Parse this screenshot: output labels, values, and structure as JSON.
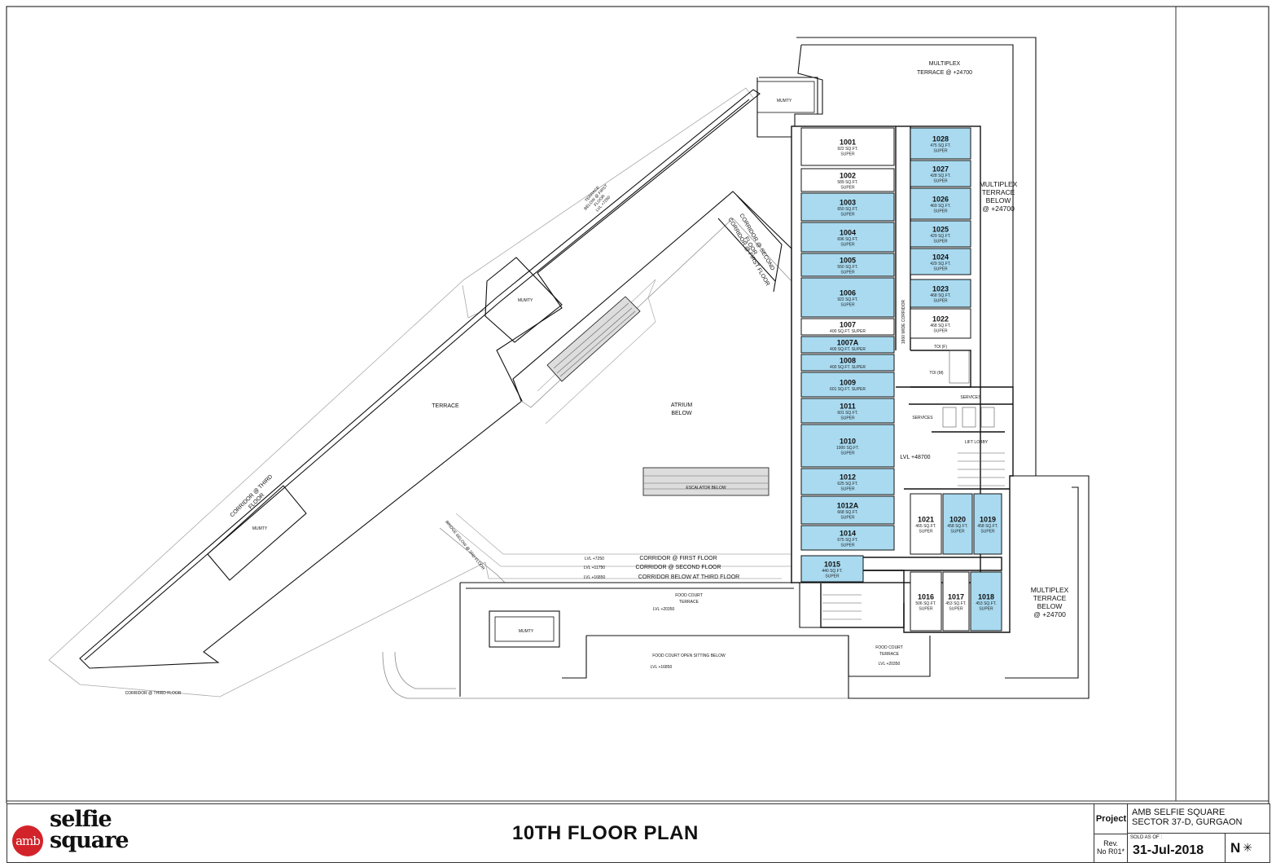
{
  "units": [
    {
      "id": "1001",
      "area": "922 SQ.FT.",
      "type": "SUPER",
      "highlighted": false
    },
    {
      "id": "1002",
      "area": "589 SQ.FT.",
      "type": "SUPER",
      "highlighted": false
    },
    {
      "id": "1003",
      "area": "650 SQ.FT.",
      "type": "SUPER",
      "highlighted": true
    },
    {
      "id": "1004",
      "area": "696 SQ.FT.",
      "type": "SUPER",
      "highlighted": true
    },
    {
      "id": "1005",
      "area": "550 SQ.FT.",
      "type": "SUPER",
      "highlighted": true
    },
    {
      "id": "1006",
      "area": "922 SQ.FT.",
      "type": "SUPER",
      "highlighted": true
    },
    {
      "id": "1007",
      "area": "400 SQ.FT. SUPER",
      "type": "",
      "highlighted": false
    },
    {
      "id": "1007A",
      "area": "400 SQ.FT. SUPER",
      "type": "",
      "highlighted": true
    },
    {
      "id": "1008",
      "area": "400 SQ.FT. SUPER",
      "type": "",
      "highlighted": true
    },
    {
      "id": "1009",
      "area": "601 SQ.FT. SUPER",
      "type": "",
      "highlighted": true
    },
    {
      "id": "1011",
      "area": "601 SQ.FT.",
      "type": "SUPER",
      "highlighted": true
    },
    {
      "id": "1010",
      "area": "1000 SQ.FT.",
      "type": "SUPER",
      "highlighted": true
    },
    {
      "id": "1012",
      "area": "625 SQ.FT.",
      "type": "SUPER",
      "highlighted": true
    },
    {
      "id": "1012A",
      "area": "668 SQ.FT.",
      "type": "SUPER",
      "highlighted": true
    },
    {
      "id": "1014",
      "area": "675 SQ.FT.",
      "type": "SUPER",
      "highlighted": true
    },
    {
      "id": "1015",
      "area": "440 SQ.FT.",
      "type": "SUPER",
      "highlighted": true
    },
    {
      "id": "1028",
      "area": "475 SQ.FT.",
      "type": "SUPER",
      "highlighted": true
    },
    {
      "id": "1027",
      "area": "428 SQ.FT.",
      "type": "SUPER",
      "highlighted": true
    },
    {
      "id": "1026",
      "area": "469 SQ.FT.",
      "type": "SUPER",
      "highlighted": true
    },
    {
      "id": "1025",
      "area": "429 SQ.FT.",
      "type": "SUPER",
      "highlighted": true
    },
    {
      "id": "1024",
      "area": "429 SQ.FT.",
      "type": "SUPER",
      "highlighted": true
    },
    {
      "id": "1023",
      "area": "468 SQ.FT.",
      "type": "SUPER",
      "highlighted": true
    },
    {
      "id": "1022",
      "area": "468 SQ.FT.",
      "type": "SUPER",
      "highlighted": false
    },
    {
      "id": "1021",
      "area": "465 SQ.FT.",
      "type": "SUPER",
      "highlighted": false
    },
    {
      "id": "1020",
      "area": "458 SQ.FT.",
      "type": "SUPER",
      "highlighted": true
    },
    {
      "id": "1019",
      "area": "458 SQ.FT.",
      "type": "SUPER",
      "highlighted": true
    },
    {
      "id": "1016",
      "area": "506 SQ.FT.",
      "type": "SUPER",
      "highlighted": false
    },
    {
      "id": "1017",
      "area": "453 SQ.FT.",
      "type": "SUPER",
      "highlighted": false
    },
    {
      "id": "1018",
      "area": "453 SQ.FT.",
      "type": "SUPER",
      "highlighted": true
    }
  ],
  "labels": {
    "multiplex_terrace_top": [
      "MULTIPLEX",
      "TERRACE @ +24700"
    ],
    "multiplex_terrace_below_right": [
      "MULTIPLEX",
      "TERRACE",
      "BELOW",
      "@ +24700"
    ],
    "multiplex_terrace_below_lower": [
      "MULTIPLEX",
      "TERRACE",
      "BELOW",
      "@ +24700"
    ],
    "mumty": "MUMTY",
    "terrace": "TERRACE",
    "atrium": [
      "ATRIUM",
      "BELOW"
    ],
    "terrace_below_first": [
      "TERRACE",
      "BELOW @ FIRST",
      "FLOOR",
      "LVL +7250"
    ],
    "corridor_second_diag": [
      "CORRIDOR @ SECOND",
      "FLOOR"
    ],
    "corridor_first_diag": "CORRIDOR @ FIRST FLOOR",
    "corridor_third_diag": [
      "CORRIDOR @ THIRD",
      "FLOOR"
    ],
    "bridge_below": "BRIDGE BELOW @ 3RD FLOOR",
    "wide_corridor": "1800 WIDE CORRIDOR",
    "escalator_below": "ESCALATOR BELOW",
    "lvl_7250": "LVL +7250",
    "corridor_first": "CORRIDOR @ FIRST FLOOR",
    "lvl_11750": "LVL +11750",
    "corridor_second": "CORRIDOR @ SECOND FLOOR",
    "lvl_16850": "LVL +16850",
    "corridor_below_third": "CORRIDOR BELOW AT THIRD FLOOR",
    "food_court_terrace_1": [
      "FOOD COURT",
      "TERRACE",
      "LVL +20350"
    ],
    "food_court_open": [
      "FOOD COURT OPEN SITTING BELOW",
      "LVL +16850"
    ],
    "food_court_terrace_2": [
      "FOOD COURT",
      "TERRACE",
      "LVL +20350"
    ],
    "corridor_third_floor": "CORRIDOR @ THIRD FLOOR",
    "lvl_48700": "LVL +48700",
    "lift_lobby": "LIFT LOBBY",
    "services": "SERVICES",
    "toi_f": "TOI (F)",
    "toi_m": "TOI (M)"
  },
  "titleblock": {
    "logo_mark": "amb",
    "logo_line1": "selfie",
    "logo_line2": "square",
    "plan_title": "10TH FLOOR PLAN",
    "project_label": "Project",
    "project_line1": "AMB SELFIE SQUARE",
    "project_line2": "SECTOR 37-D, GURGAON",
    "rev_label_1": "Rev.",
    "rev_label_2": "No R01*",
    "sold_label": "SOLD AS OF :",
    "sold_date": "31-Jul-2018",
    "north": "N"
  },
  "colors": {
    "unit_fill": "#a9daf0",
    "line": "#111111"
  }
}
